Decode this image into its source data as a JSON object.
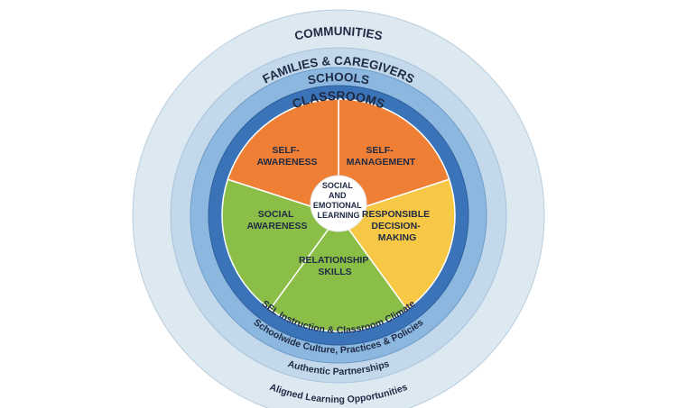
{
  "rings": {
    "communities": {
      "label": "COMMUNITIES",
      "color": "#dde9f1"
    },
    "families": {
      "label": "FAMILIES & CAREGIVERS",
      "color": "#c3d8ea"
    },
    "schools": {
      "label": "SCHOOLS",
      "color": "#8cb7df"
    },
    "classrooms": {
      "label": "CLASSROOMS",
      "color": "#3b73b8"
    }
  },
  "practices": {
    "aligned_learning": "Aligned Learning Opportunities",
    "authentic_partnerships": "Authentic Partnerships",
    "schoolwide": "Schoolwide Culture, Practices  & Policies",
    "instruction": "SEL Instruction & Classroom Climate"
  },
  "competencies": [
    {
      "id": "self-management",
      "lines": [
        "SELF-",
        "MANAGEMENT"
      ],
      "color": "#ee7f35"
    },
    {
      "id": "responsible-decision-making",
      "lines": [
        "RESPONSIBLE",
        "DECISION-",
        "MAKING"
      ],
      "color": "#f7c845"
    },
    {
      "id": "relationship-skills",
      "lines": [
        "RELATIONSHIP",
        "SKILLS"
      ],
      "color": "#8bbe46"
    },
    {
      "id": "social-awareness",
      "lines": [
        "SOCIAL",
        "AWARENESS"
      ],
      "color": "#8bbe46"
    },
    {
      "id": "self-awareness",
      "lines": [
        "SELF-",
        "AWARENESS"
      ],
      "color": "#ee7f35"
    }
  ],
  "core": {
    "lines": [
      "SOCIAL",
      "AND",
      "EMOTIONAL",
      "LEARNING"
    ],
    "color": "#ffffff"
  }
}
